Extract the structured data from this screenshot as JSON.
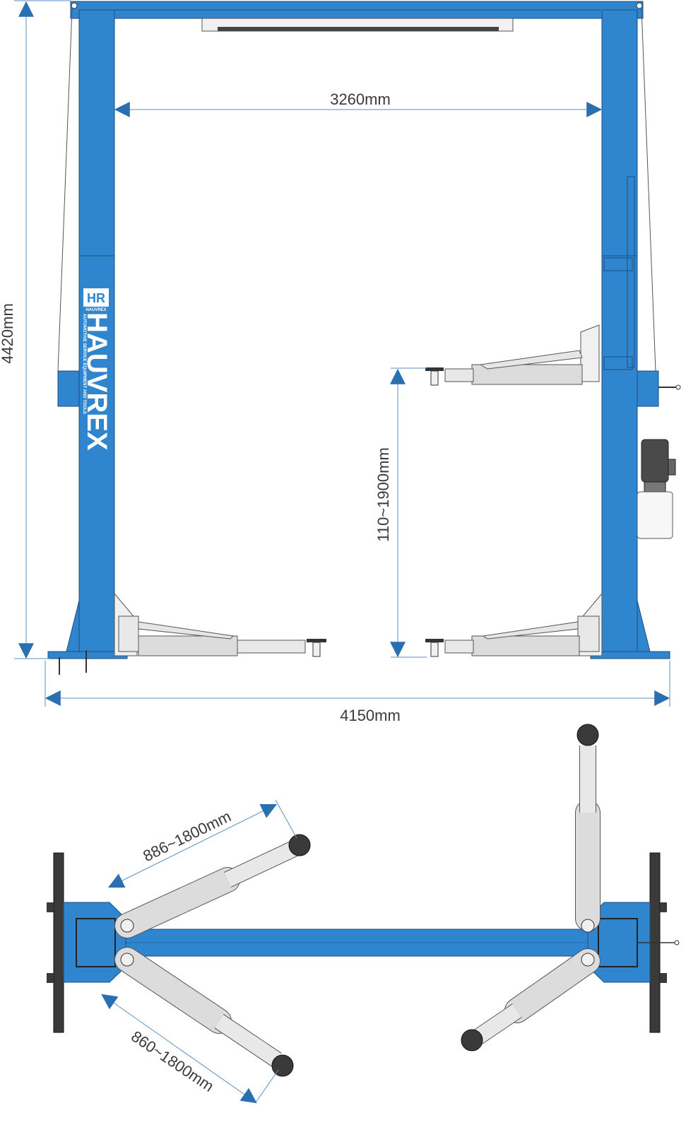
{
  "brand": {
    "logo_mark": "HR",
    "logo_sub": "HAUVREX",
    "name": "HAUVREX",
    "tagline": "AUTOMOTIVE SERVICE EQUIPMENT AND TOOLS"
  },
  "dimensions": {
    "inner_width": "3260mm",
    "total_height": "4420mm",
    "total_width": "4150mm",
    "lift_range": "110~1900mm",
    "arm_long": "886~1800mm",
    "arm_short": "860~1800mm"
  },
  "colors": {
    "column_blue": "#2f86cf",
    "column_dark": "#1d6bb0",
    "arm_grey": "#dcdcdc",
    "dim_line": "#5b8fc4",
    "arrow": "#2a6fb0",
    "base_dark": "#3a3a3a"
  }
}
